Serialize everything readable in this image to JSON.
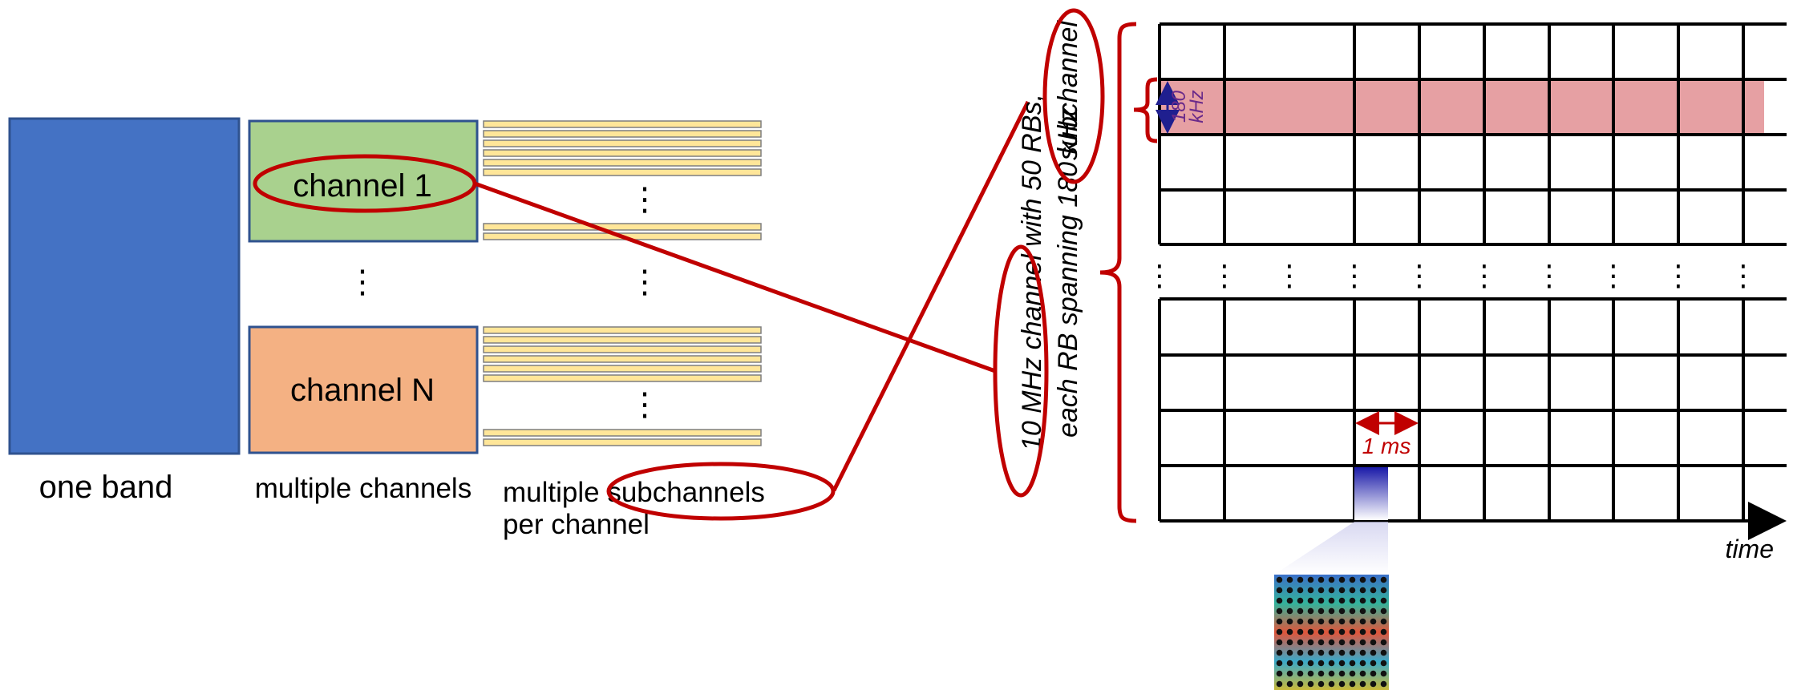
{
  "band": {
    "label": "one band",
    "color": "#4472C4"
  },
  "channels": {
    "caption": "multiple channels",
    "first": {
      "label": "channel 1",
      "color": "#A9D18E"
    },
    "last": {
      "label": "channel N",
      "color": "#F4B183"
    },
    "ellipsis": "⋮"
  },
  "subchannels": {
    "caption_line1": "multiple subchannels",
    "caption_line2": "per channel",
    "color": "#FFE699",
    "ellipsis": "⋮"
  },
  "grid": {
    "line1": "10 MHz channel with 50 RBs,",
    "line2": "each RB spanning 180 kHz",
    "subchannel_word": "subchannel",
    "rb_label_line1": "180",
    "rb_label_line2": "kHz",
    "slot_label": "1 ms",
    "time_label": "time",
    "highlight_color": "#E6A0A3",
    "ellipsis": "⋮"
  },
  "colors": {
    "accent_red": "#C00000",
    "grid_line": "#000000",
    "arrow_blue": "#1F1F8F"
  }
}
